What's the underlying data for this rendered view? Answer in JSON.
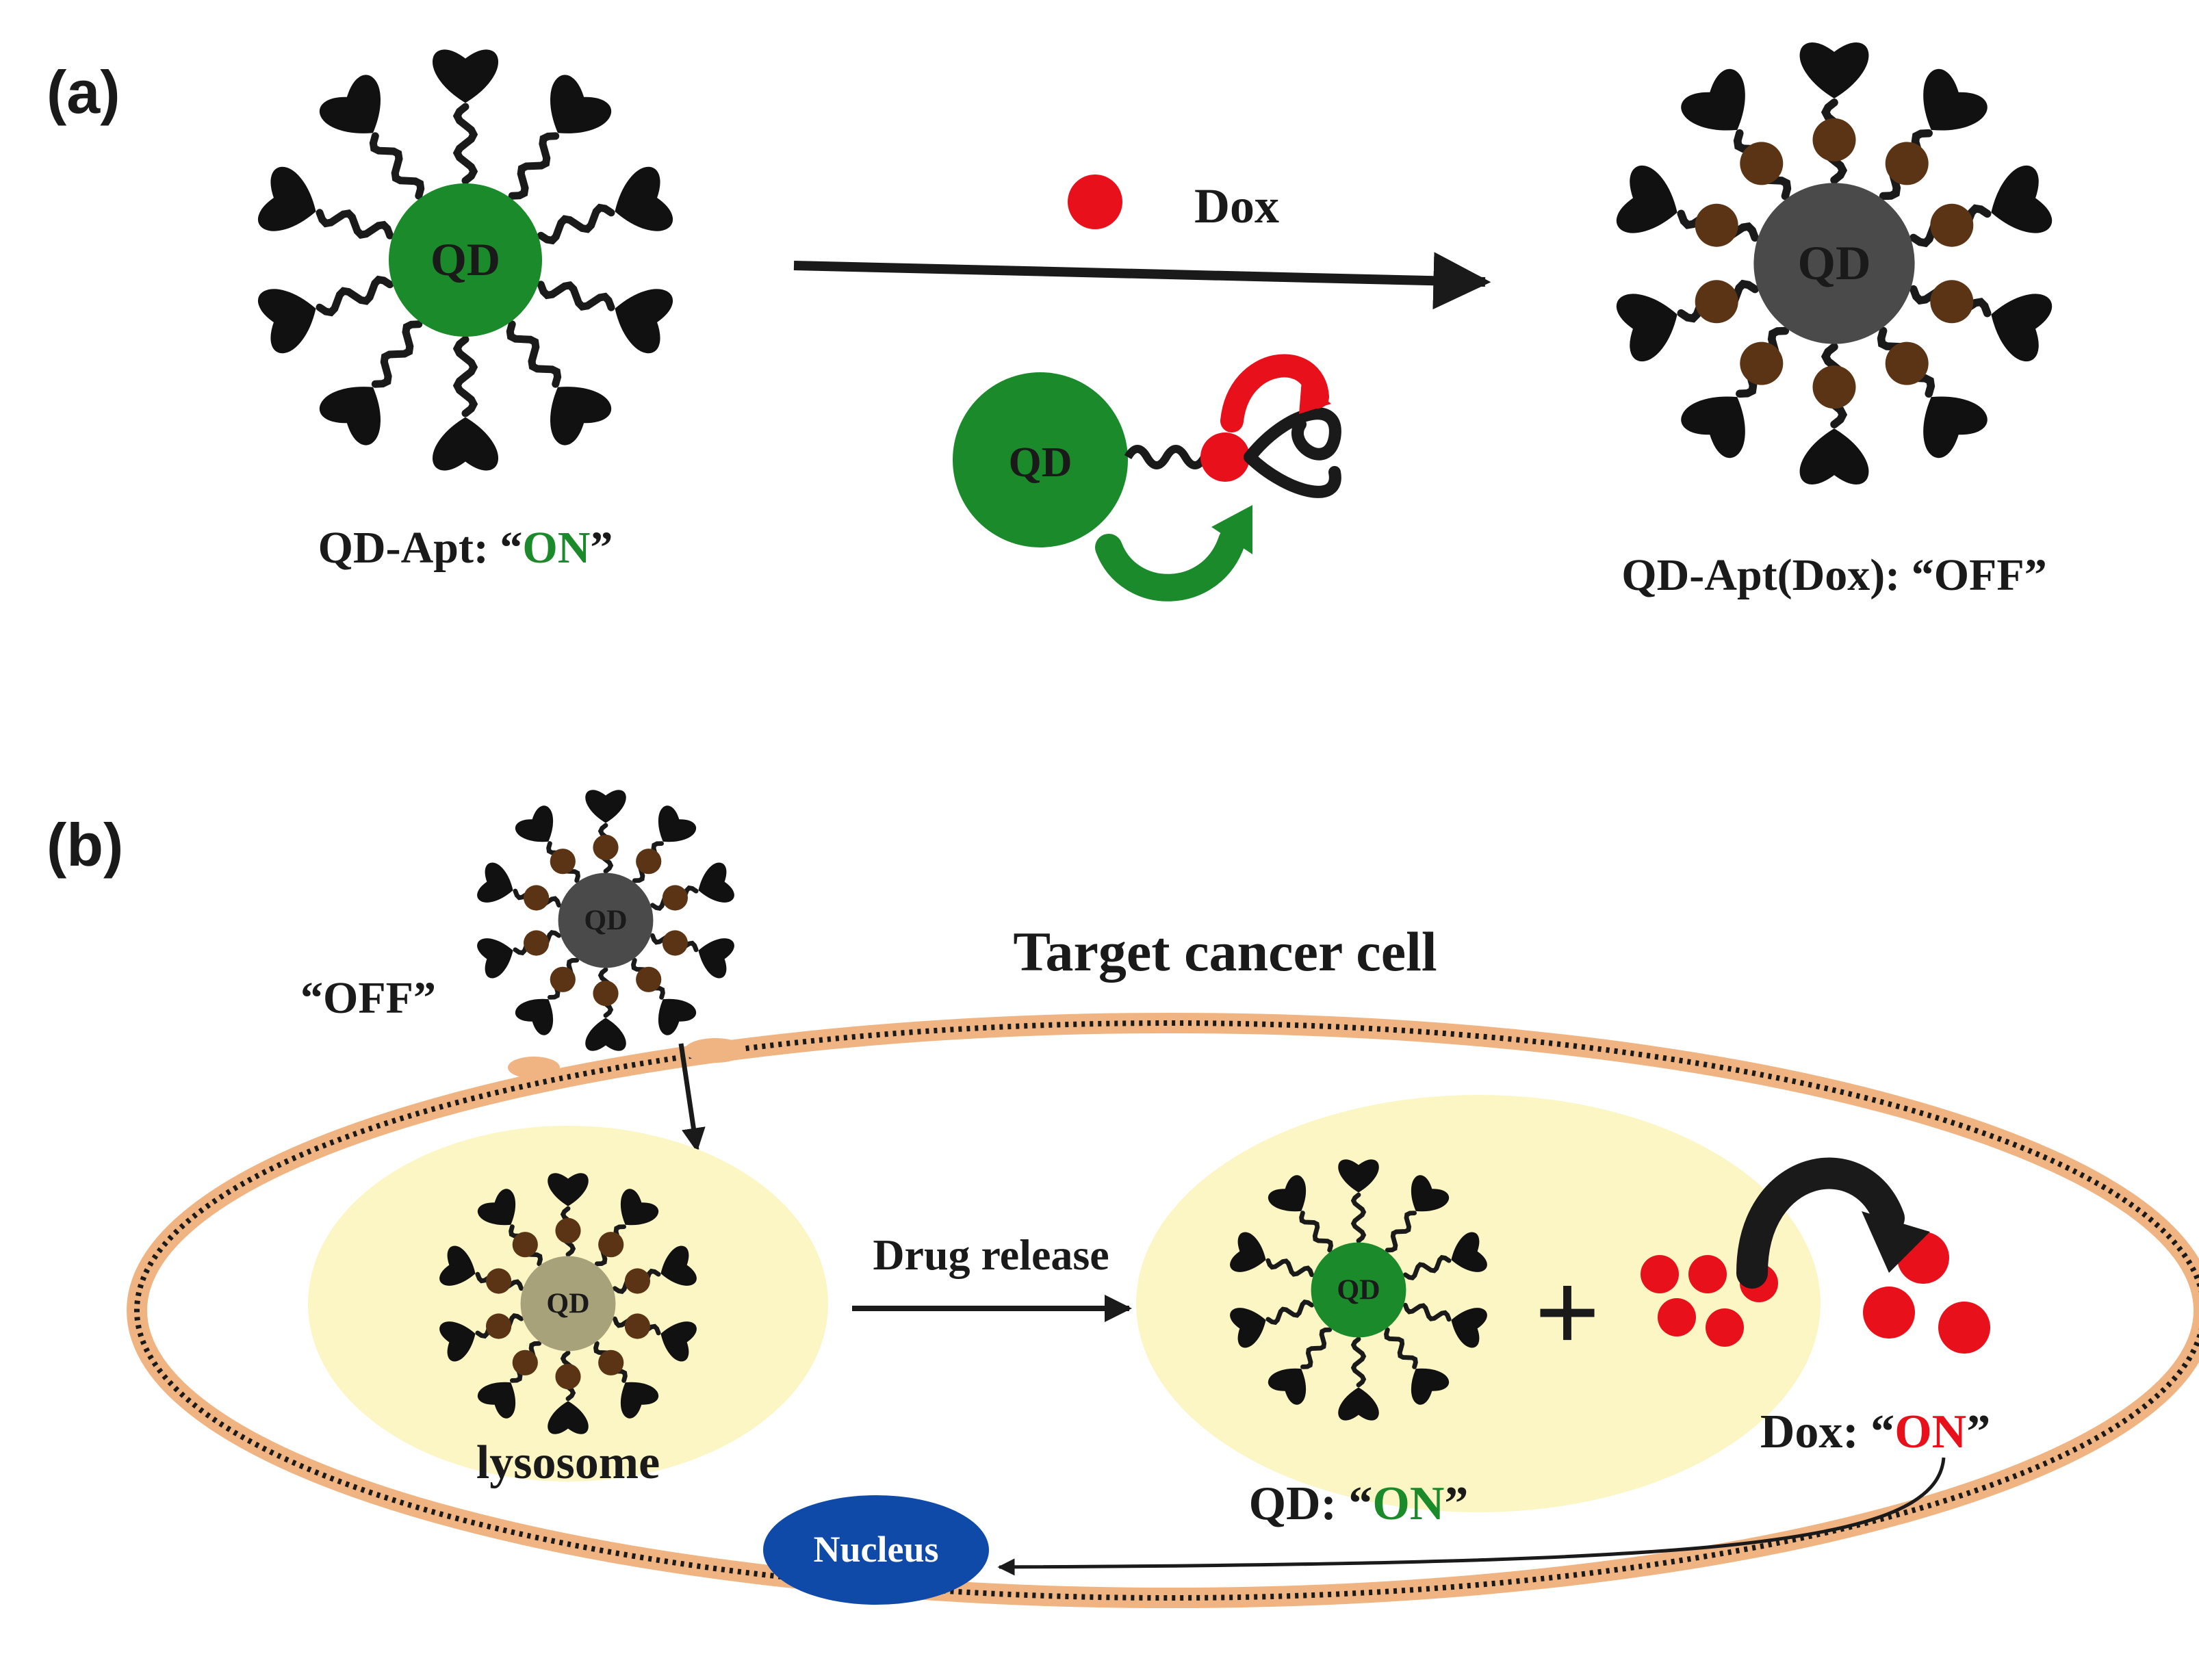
{
  "panel_a": {
    "tag": "(a)",
    "dox_label": "Dox",
    "left_label_prefix": "QD-Apt: “",
    "left_label_state": "ON",
    "left_label_suffix": "”",
    "right_label": "QD-Apt(Dox): “OFF”",
    "core_text": "QD"
  },
  "panel_b": {
    "tag": "(b)",
    "cell_title": "Target cancer cell",
    "off_label": "“OFF”",
    "lysosome_label": "lysosome",
    "drug_release_label": "Drug release",
    "qd_on_prefix": "QD: “",
    "qd_on_state": "ON",
    "qd_on_suffix": "”",
    "dox_on_prefix": "Dox: “",
    "dox_on_state": "ON",
    "dox_on_suffix": "”",
    "plus": "+",
    "nucleus_label": "Nucleus",
    "core_text": "QD"
  },
  "colors": {
    "qd_on": "#1a8a2a",
    "qd_off": "#4a4a4a",
    "qd_lysosome": "#a8a27a",
    "dox": "#e8101a",
    "dox_loaded": "#5a3414",
    "lysosome_fill": "#fbf6c4",
    "membrane": "#f0b482",
    "nucleus": "#0f4aa8",
    "on_text_green": "#1a8a2a",
    "on_text_red": "#e8101a"
  }
}
